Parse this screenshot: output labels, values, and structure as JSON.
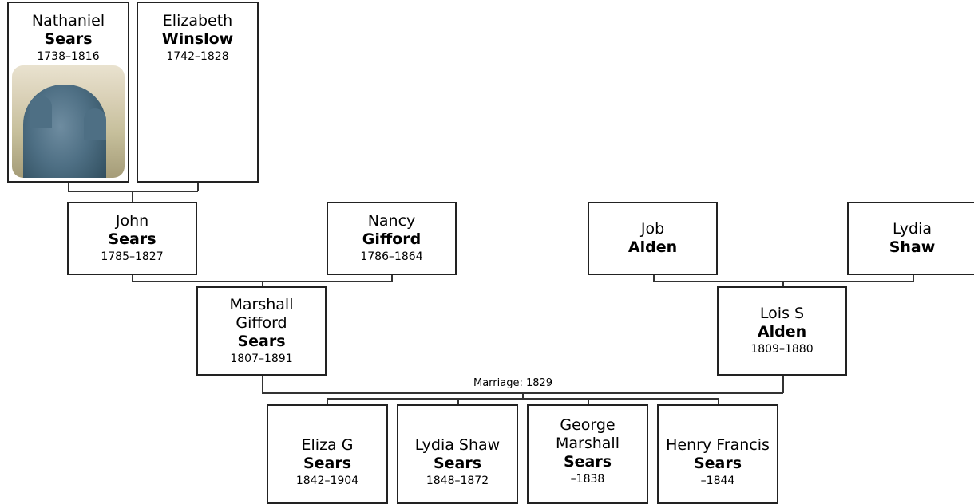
{
  "people": {
    "nathaniel": {
      "given": "Nathaniel",
      "surname": "Sears",
      "dates": "1738–1816"
    },
    "elizabeth": {
      "given": "Elizabeth",
      "surname": "Winslow",
      "dates": "1742–1828"
    },
    "john": {
      "given": "John",
      "surname": "Sears",
      "dates": "1785–1827"
    },
    "nancy": {
      "given": "Nancy",
      "surname": "Gifford",
      "dates": "1786–1864"
    },
    "job": {
      "given": "Job",
      "surname": "Alden",
      "dates": ""
    },
    "lydia_shaw_parent": {
      "given": "Lydia",
      "surname": "Shaw",
      "dates": ""
    },
    "marshall": {
      "given_line1": "Marshall",
      "given_line2": "Gifford",
      "surname": "Sears",
      "dates": "1807–1891"
    },
    "lois": {
      "given": "Lois S",
      "surname": "Alden",
      "dates": "1809–1880"
    },
    "eliza": {
      "given": "Eliza G",
      "surname": "Sears",
      "dates": "1842–1904"
    },
    "lydia_child": {
      "given": "Lydia Shaw",
      "surname": "Sears",
      "dates": "1848–1872"
    },
    "george": {
      "given_line1": "George",
      "given_line2": "Marshall",
      "surname": "Sears",
      "dates": "–1838"
    },
    "henry": {
      "given": "Henry Francis",
      "surname": "Sears",
      "dates": "–1844"
    }
  },
  "marriage_label": "Marriage: 1829"
}
